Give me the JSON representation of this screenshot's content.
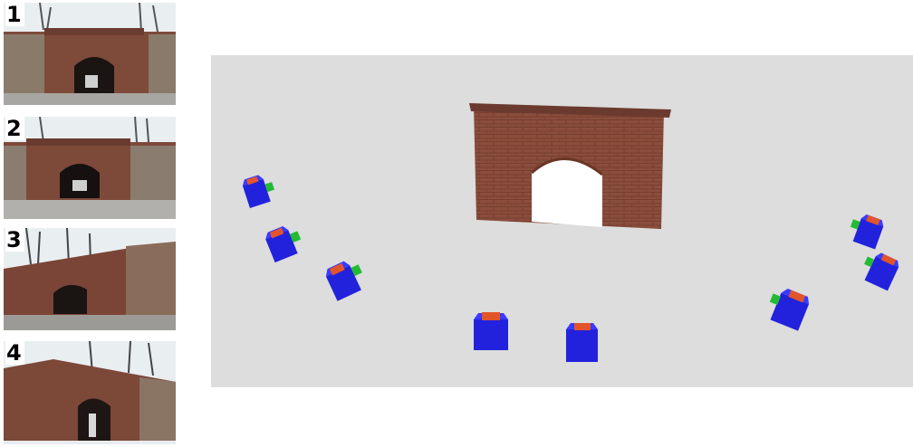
{
  "thumbnails": [
    {
      "label": "1"
    },
    {
      "label": "2"
    },
    {
      "label": "3"
    },
    {
      "label": "4"
    }
  ],
  "scene": {
    "background_color": "#dcdddc",
    "camera_body_color": "#2222dd",
    "camera_top_color": "#e2552a",
    "camera_lens_color": "#22bb33",
    "wall_color": "#8a4a3a"
  }
}
